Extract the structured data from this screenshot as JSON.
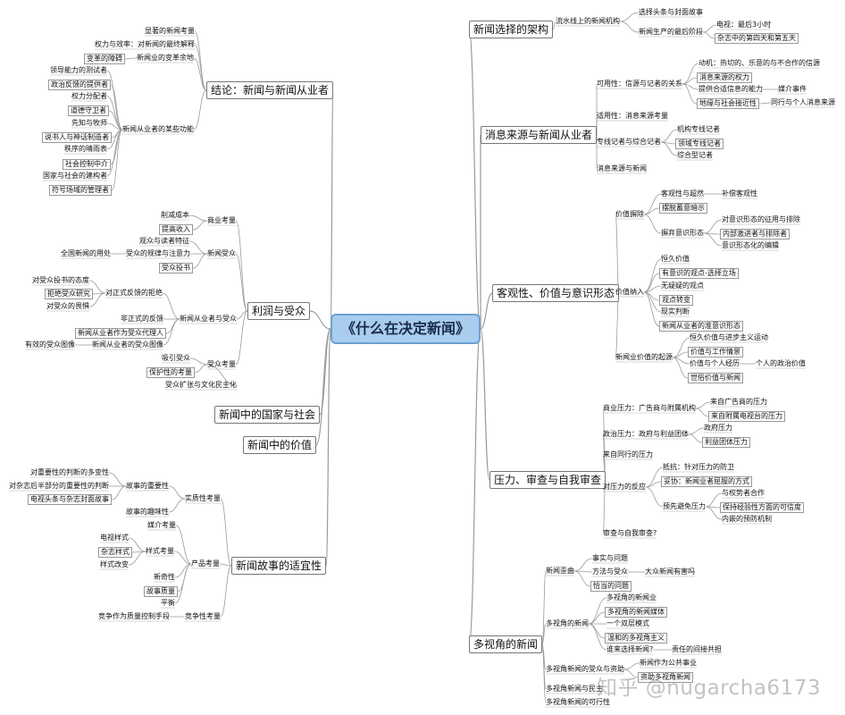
{
  "center": "《什么在决定新闻》",
  "watermark": "知乎 @nugarcha6173",
  "branches": {
    "conclusion": "结论：新闻与新闻从业者",
    "profit": "利润与受众",
    "state": "新闻中的国家与社会",
    "values": "新闻中的价值",
    "fitness": "新闻故事的适宜性",
    "architecture": "新闻选择的架构",
    "sources": "消息来源与新闻从业者",
    "objectivity": "客观性、价值与意识形态",
    "pressure": "压力、审查与自我审查",
    "multi": "多视角的新闻"
  },
  "conclusion": {
    "c1": "显著的新闻考量",
    "c2": "权力与效率：对新闻的最终解释",
    "c3": "新闻业的变革余地",
    "c3a": "变革的障碍",
    "c4": "新闻从业者的某些功能",
    "f": [
      "领导能力的测试者",
      "政治反馈的提供者",
      "权力分配者",
      "道德守卫者",
      "先知与牧师",
      "说书人与神话制造者",
      "秩序的晴雨表",
      "社会控制中介",
      "国家与社会的建构者",
      "符号场域的管理者"
    ]
  },
  "profit": {
    "a": "商业考量",
    "a1": "削减成本",
    "a2": "提高收入",
    "b": "新闻受众",
    "b1": "观众与读者特征",
    "b2": "受众的规律与注意力",
    "b2a": "全国新闻的用处",
    "b3": "受众投书",
    "c": "新闻从业者与受众",
    "c1": "对正式反馈的拒绝",
    "c1a": "对受众投书的态度",
    "c1b": "拒绝受众研究",
    "c1c": "对受众的畏惧",
    "c2": "非正式的反馈",
    "c3": "新闻从业者作为受众代理人",
    "c4": "新闻从业者的受众图像",
    "c4a": "有效的受众图像",
    "d": "受众考量",
    "d1": "吸引受众",
    "d2": "保护性的考量",
    "d3": "受众扩张与文化民主化"
  },
  "fitness": {
    "a": "实质性考量",
    "a1": "故事的重要性",
    "a1a": "对重要性的判断的多变性",
    "a1b": "对杂志后半部分的重要性的判断",
    "a1c": "电视头条与杂志封面故事",
    "a2": "故事的趣味性",
    "b": "产品考量",
    "b1": "媒介考量",
    "b2": "样式考量",
    "b2a": "电视样式",
    "b2b": "杂志样式",
    "b2c": "样式改变",
    "b3": "新奇性",
    "b4": "故事质量",
    "b5": "平衡",
    "c": "竞争性考量",
    "c1": "竞争作为质量控制手段"
  },
  "architecture": {
    "a": "流水线上的新闻机构",
    "a1": "选择头条与封面故事",
    "a2": "新闻生产的最后阶段",
    "a2a": "电视：最后3小时",
    "a2b": "杂志中的第四天和第五天"
  },
  "sources": {
    "a": "可用性：信源与记者的关系",
    "a1": "动机：热切的、乐意的与不合作的信源",
    "a2": "消息来源的权力",
    "a3": "提供合适信息的能力",
    "a3a": "媒介事件",
    "a4": "地缘与社会接近性",
    "a4a": "同行与个人消息来源",
    "b": "适用性：消息来源考量",
    "c": "专线记者与综合记者",
    "c1": "机构专线记者",
    "c2": "领域专线记者",
    "c3": "综合型记者",
    "d": "消息来源与新闻"
  },
  "objectivity": {
    "a": "价值摒除",
    "a1": "客观性与超然",
    "a1a": "补偿客观性",
    "a2": "摆脱蓄意暗示",
    "a3": "摒弃意识形态",
    "a3a": "对意识形态的征用与排除",
    "a3b": "内部激进者与排除者",
    "a3c": "意识形态化的编辑",
    "b": "价值纳入",
    "b1": "恒久价值",
    "b2": "有意识的观点-选择立场",
    "b3": "无疑疑的观点",
    "b4": "观点转变",
    "b5": "现实判断",
    "b6": "新闻从业者的准意识形态",
    "c": "新闻业价值的起源",
    "c1": "恒久价值与进步主义运动",
    "c2": "价值与工作情景",
    "c3": "价值与个人经历",
    "c3a": "个人的政治价值",
    "c4": "世俗价值与新闻"
  },
  "pressure": {
    "a": "商业压力：广告商与附属机构",
    "a1": "来自广告商的压力",
    "a2": "来自附属电视台的压力",
    "b": "政治压力：政府与利益团体",
    "b1": "政府压力",
    "b2": "利益团体压力",
    "c": "来自同行的压力",
    "d": "对压力的反应",
    "d1": "抵抗：针对压力的防卫",
    "d2": "妥协：新闻业者屈服的方式",
    "d3": "预先避免压力",
    "d3a": "与权势者合作",
    "d3b": "保持经验性方面的可信度",
    "d3c": "内嵌的预防机制",
    "e": "审查与自我审查?"
  },
  "multi": {
    "a": "新闻歪曲",
    "a1": "事实与问题",
    "a2": "方法与受众",
    "a2a": "大众新闻有害吗",
    "a3": "恰当的问题",
    "b": "多视角的新闻",
    "b1": "多视角的新闻业",
    "b2": "多视角的新闻媒体",
    "b3": "一个双层模式",
    "b4": "温和的多视角主义",
    "b5": "谁来选择新闻?",
    "b5a": "责任的间接共担",
    "c": "多视角新闻的受众与资助",
    "c1": "新闻作为公共事业",
    "c2": "资助多视角新闻",
    "d": "多视角新闻与民主",
    "e": "多视角新闻的可行性"
  }
}
